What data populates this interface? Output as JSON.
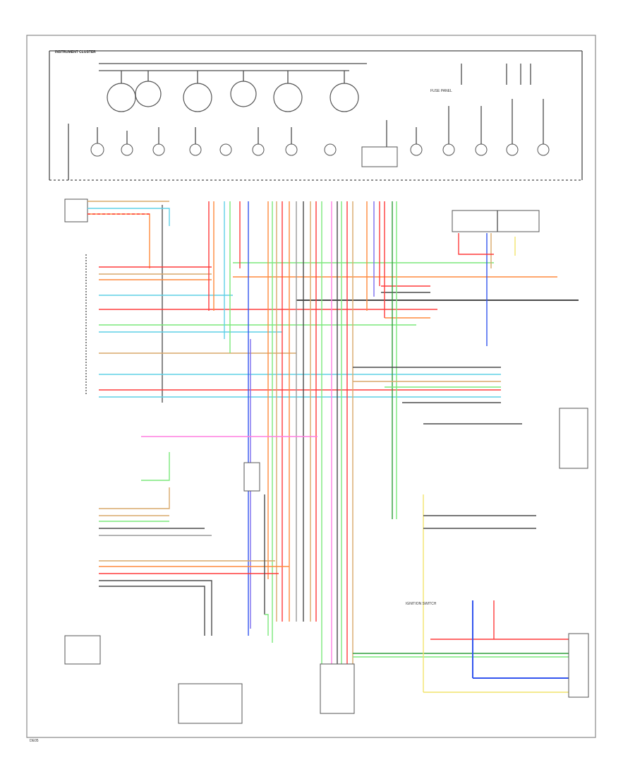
{
  "labels": {
    "cluster": "INSTRUMENT CLUSTER",
    "fuse_panel": "FUSE PANEL",
    "ignition_switch": "IGNITION SWITCH",
    "page_ref": "DE05"
  },
  "colors": {
    "black": "#4a4a4a",
    "orange": "#ff8a3d",
    "red": "#ff3b3b",
    "lt_green": "#7be87b",
    "dk_green": "#2f9e3a",
    "lt_blue": "#5fd0e6",
    "dk_blue": "#3355ee",
    "violet": "#7b6cf0",
    "pink": "#ff7fe0",
    "yellow": "#f2e36b",
    "tan": "#d9a86a",
    "gray": "#9a9a9a"
  }
}
